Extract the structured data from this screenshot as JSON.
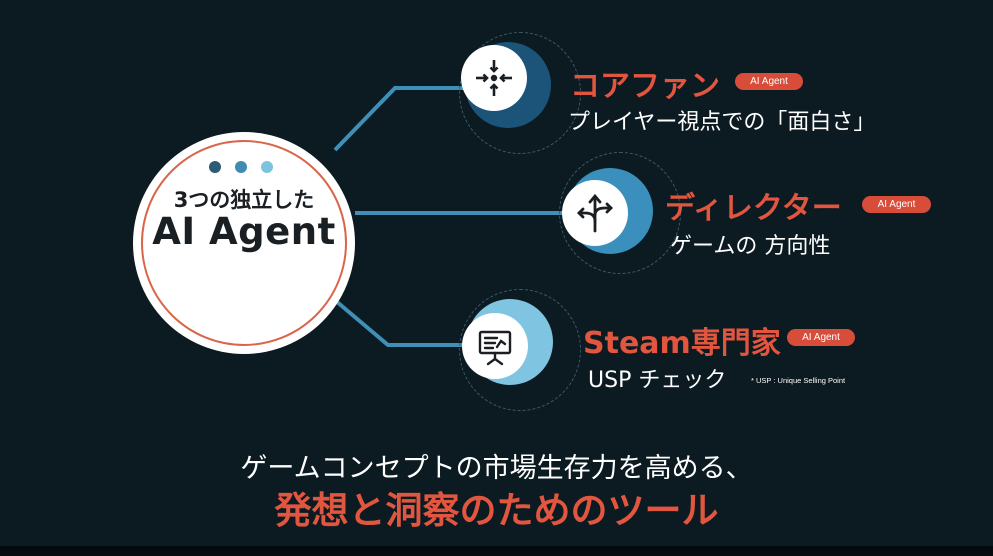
{
  "center": {
    "line1": "3つの独立した",
    "line2": "AI Agent",
    "dot_colors": [
      "#2d5a74",
      "#3f8cb2",
      "#7ec3de"
    ]
  },
  "agents": [
    {
      "title": "コアファン",
      "badge": "AI Agent",
      "description": "プレイヤー視点での「面白さ」",
      "icon": "focus-crosshair-icon"
    },
    {
      "title": "ディレクター",
      "badge": "AI Agent",
      "description": "ゲームの 方向性",
      "icon": "direction-split-arrows-icon"
    },
    {
      "title": "Steam専門家",
      "badge": "AI Agent",
      "description": "USP チェック",
      "note": "* USP : Unique Selling Point",
      "icon": "presentation-board-icon"
    }
  ],
  "footer": {
    "tagline": "ゲームコンセプトの市場生存力を高める、",
    "headline": "発想と洞察のためのツール"
  },
  "colors": {
    "background": "#0c1b22",
    "accent": "#e2553e",
    "connector": "#3f8fb6"
  }
}
